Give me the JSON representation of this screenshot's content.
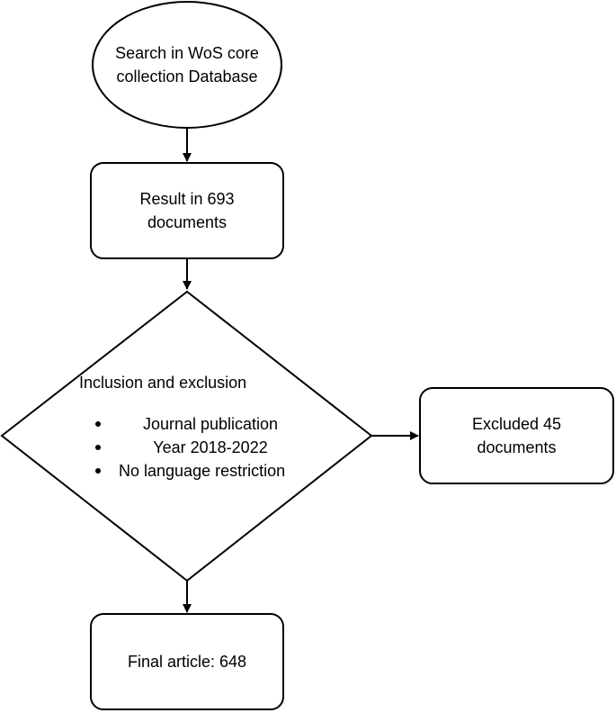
{
  "diagram": {
    "start": {
      "line1": "Search in WoS core",
      "line2": "collection Database"
    },
    "result": {
      "line1": "Result in 693",
      "line2": "documents"
    },
    "decision": {
      "title": "Inclusion and exclusion",
      "criteria": [
        "Journal publication",
        "Year 2018-2022",
        "No language restriction"
      ]
    },
    "excluded": {
      "line1": "Excluded 45",
      "line2": "documents"
    },
    "final": {
      "text": "Final article: 648"
    }
  }
}
